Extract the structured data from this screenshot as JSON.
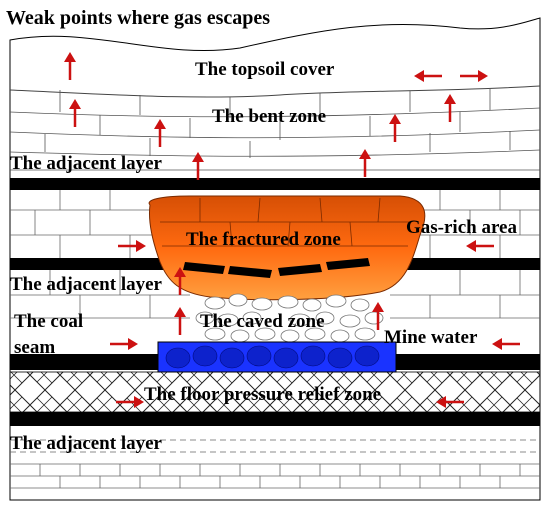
{
  "title": "Weak points where gas escapes",
  "labels": {
    "topsoil": "The topsoil cover",
    "bent": "The bent zone",
    "adjacent_upper": "The adjacent layer",
    "fractured": "The fractured zone",
    "gas_rich": "Gas-rich area",
    "adjacent_middle": "The adjacent layer",
    "coal_line1": "The coal",
    "coal_line2": "seam",
    "caved": "The caved zone",
    "mine_water": "Mine water",
    "floor": "The floor pressure relief zone",
    "adjacent_lower": "The adjacent layer"
  },
  "colors": {
    "arrow": "#cc1111",
    "fractured_fill": "#ff7a1a",
    "fractured_dark": "#c84a05",
    "water": "#1a33ff",
    "coal": "#000000"
  }
}
